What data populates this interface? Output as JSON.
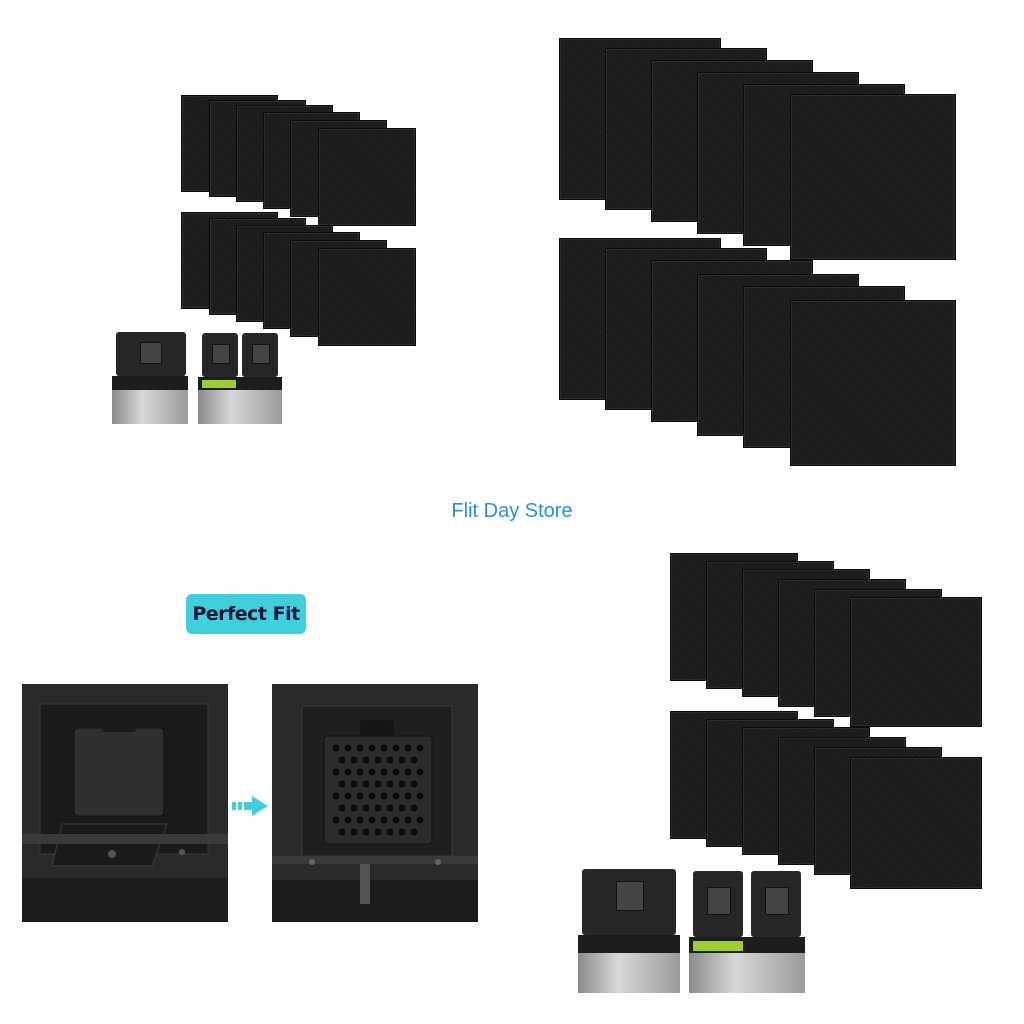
{
  "store_name": "Flit Day Store",
  "badge_text": "Perfect Fit",
  "colors": {
    "store_text": "#2a8fd6",
    "badge_bg": "#3fd0dd",
    "badge_text": "#0b1430",
    "filter_pad": "#1b1b1b",
    "bin_green": "#9ccf2e"
  },
  "product_images": [
    {
      "name": "filter-set-small-with-bins",
      "pads": 12
    },
    {
      "name": "filter-set-large",
      "pads": 12
    },
    {
      "name": "perfect-fit-installation"
    },
    {
      "name": "filter-set-with-bins",
      "pads": 12
    }
  ]
}
